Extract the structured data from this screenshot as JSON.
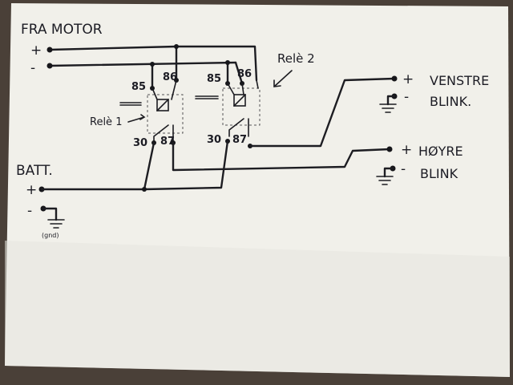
{
  "colors": {
    "paper": "#f1f0ea",
    "ink": "#1c1c24",
    "background": "#4a4038"
  },
  "labels": {
    "from_motor": "FRA MOTOR",
    "plus": "+",
    "minus": "-",
    "relay2": "Relè 2",
    "relay1": "Relè 1",
    "pin85": "85",
    "pin86": "86",
    "pin30": "30",
    "pin87": "87",
    "battery": "BATT.",
    "left_title": "VENSTRE",
    "left_sub": "BLINK.",
    "right_title": "HØYRE",
    "right_sub": "BLINK",
    "gnd_note": "(gnd)"
  }
}
